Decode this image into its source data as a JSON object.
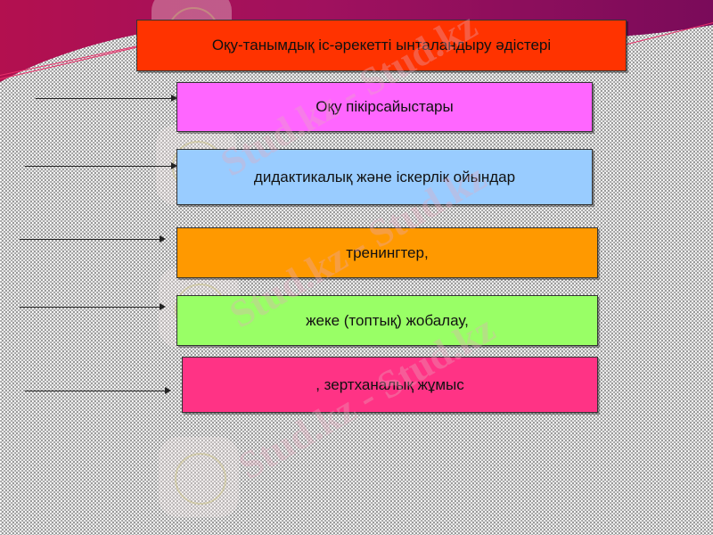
{
  "slide": {
    "title": "Оқу-танымдық іс-әрекетті ынталандыру әдістері",
    "items": [
      {
        "label": "Оқу пікірсайыстары",
        "color": "#ff66ff"
      },
      {
        "label": "дидактикалық және іскерлік ойындар",
        "color": "#99ccff"
      },
      {
        "label": "тренингтер,",
        "color": "#ff9900"
      },
      {
        "label": "жеке (топтық) жобалау,",
        "color": "#99ff66"
      },
      {
        "label": ", зертханалық жұмыс",
        "color": "#ff3385"
      }
    ],
    "title_color": "#ff3300"
  },
  "watermark": {
    "text": "Stud.kz - Stud.kz"
  }
}
